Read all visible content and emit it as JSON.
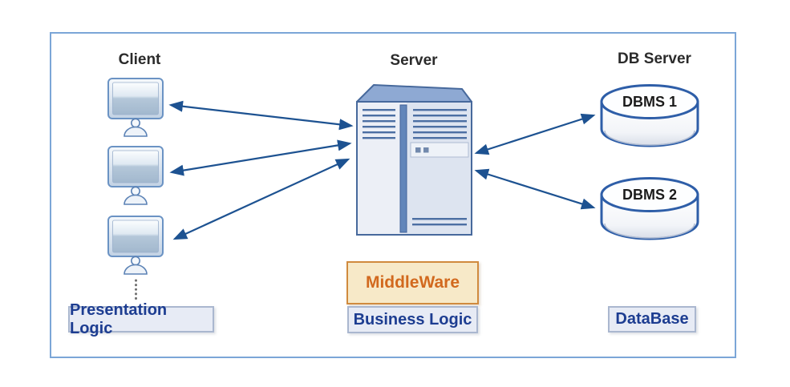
{
  "headers": {
    "client": "Client",
    "server": "Server",
    "db_server": "DB Server"
  },
  "nodes": {
    "dbms1": "DBMS 1",
    "dbms2": "DBMS 2"
  },
  "labels": {
    "middleware": "MiddleWare",
    "presentation_logic": "Presentation Logic",
    "business_logic": "Business Logic",
    "database": "DataBase"
  },
  "icons": {
    "client_workstation": "monitor-with-user-icon",
    "server_tower": "server-tower-icon",
    "dbms_cylinder": "database-cylinder-icon",
    "more_clients": "vertical-ellipsis-dots-icon",
    "link": "double-headed-arrow"
  },
  "colors": {
    "frame_border": "#7ba6d7",
    "arrow": "#1d5291",
    "heading_text": "#2b2b2b",
    "middleware_text": "#d2691e",
    "middleware_bg": "#f7e9c8",
    "middleware_border": "#d08a3e",
    "label_text": "#1d3d91",
    "label_bg": "#e7ebf5",
    "label_border": "#aab7cf",
    "server_top": "#8ea9d3",
    "cylinder_stroke": "#2e5ea8"
  }
}
